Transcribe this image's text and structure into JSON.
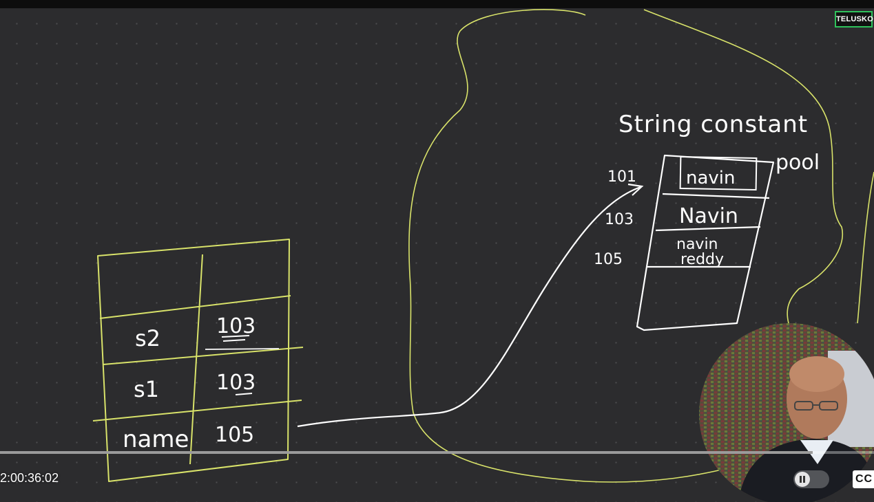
{
  "brand": {
    "label": "TELUSKO"
  },
  "colors": {
    "board": "#2c2c2e",
    "yellow_ink": "#d9e36a",
    "white_ink": "#ffffff",
    "brand_border": "#2fc25b"
  },
  "whiteboard": {
    "pool_title_line1": "String constant",
    "pool_title_line2": "pool",
    "pool_entries": [
      {
        "address": "101",
        "value": "navin"
      },
      {
        "address": "103",
        "value": "Navin"
      },
      {
        "address": "105",
        "value_line1": "navin",
        "value_line2": "reddy"
      }
    ],
    "stack_rows": [
      {
        "name": "s2",
        "ref": "103"
      },
      {
        "name": "s1",
        "ref": "103"
      },
      {
        "name": "name",
        "ref": "105"
      }
    ]
  },
  "player": {
    "timecode": "2:00:36:02",
    "progress": 0.93,
    "cc_label": "CC",
    "pause_icon": "pause-icon"
  }
}
